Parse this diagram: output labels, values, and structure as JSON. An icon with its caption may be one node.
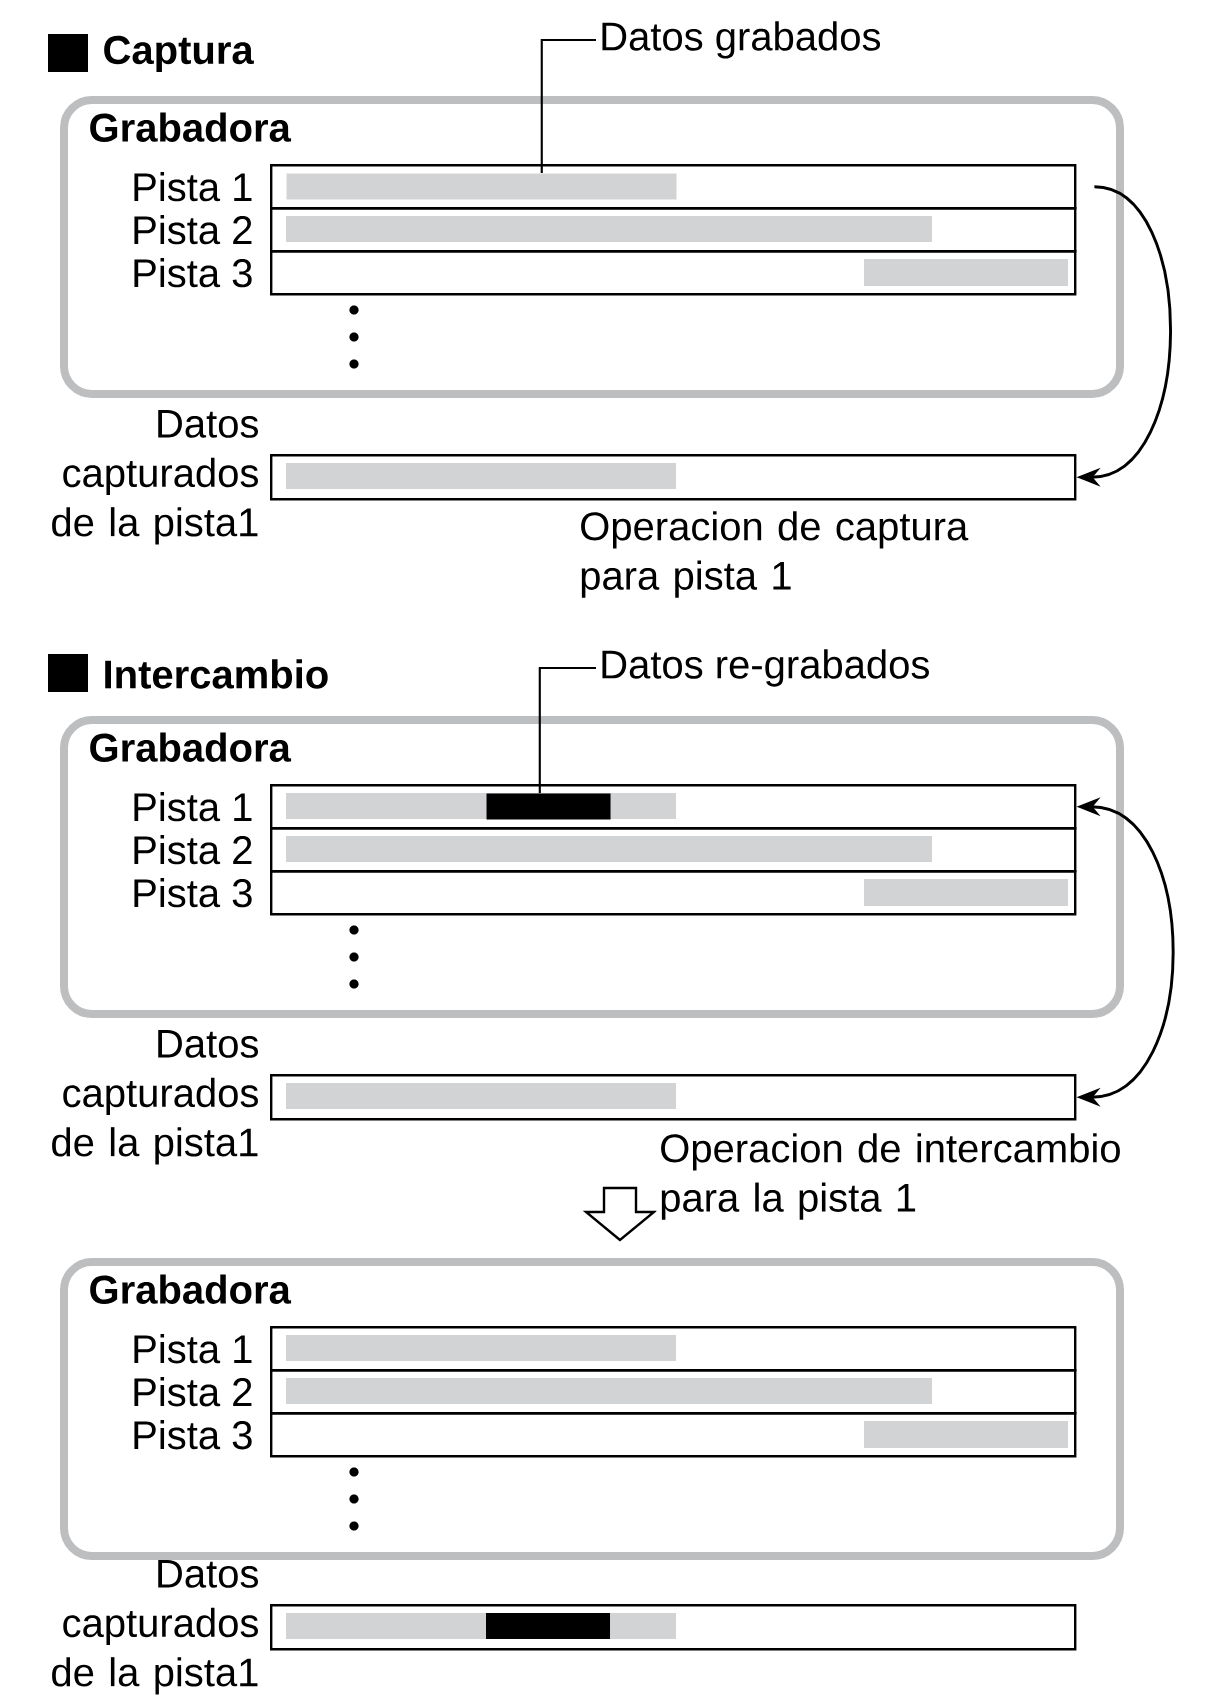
{
  "diagram": {
    "nodes": [
      {
        "text": [
          "Grabadora"
        ]
      },
      {
        "text": [
          "Pista 1"
        ],
        "in": 0
      },
      {
        "text": [
          "Pista 2"
        ],
        "in": 0
      },
      {
        "text": [
          "Pista 3"
        ],
        "in": 0
      },
      {
        "text": [],
        "shape": "bar",
        "in": 1
      },
      {
        "text": [
          "Datos grabados"
        ]
      },
      {
        "text": [
          "Datos capturados de la pista1"
        ]
      },
      {
        "text": [
          "Grabadora"
        ]
      },
      {
        "text": [
          "Pista 1"
        ],
        "in": 7
      },
      {
        "text": [
          "Pista 2"
        ],
        "in": 7
      },
      {
        "text": [
          "Pista 3"
        ],
        "in": 7
      },
      {
        "text": [],
        "shape": "bar",
        "in": 8
      },
      {
        "text": [
          "Datos re-grabados"
        ]
      },
      {
        "text": [
          "Datos capturados de la pista1"
        ]
      },
      {
        "text": [
          "Grabadora"
        ]
      },
      {
        "text": [
          "Pista 1"
        ],
        "in": 14
      },
      {
        "text": [
          "Pista 2"
        ],
        "in": 14
      },
      {
        "text": [
          "Pista 3"
        ],
        "in": 14
      },
      {
        "text": [
          "Datos capturados de la pista1"
        ]
      }
    ],
    "edges": [
      {
        "from": 5,
        "to": 4,
        "arrow": "none"
      },
      {
        "from": 1,
        "to": 6,
        "arrow": "to",
        "label": "Operacion de captura para pista 1"
      },
      {
        "from": 12,
        "to": 11,
        "arrow": "none"
      },
      {
        "from": 8,
        "to": 13,
        "arrow": "both"
      },
      {
        "from": null,
        "to": 14,
        "arrow": "to",
        "label": "Operacion de intercambio para la pista 1"
      }
    ],
    "labels": [
      "Captura",
      "Intercambio"
    ]
  }
}
